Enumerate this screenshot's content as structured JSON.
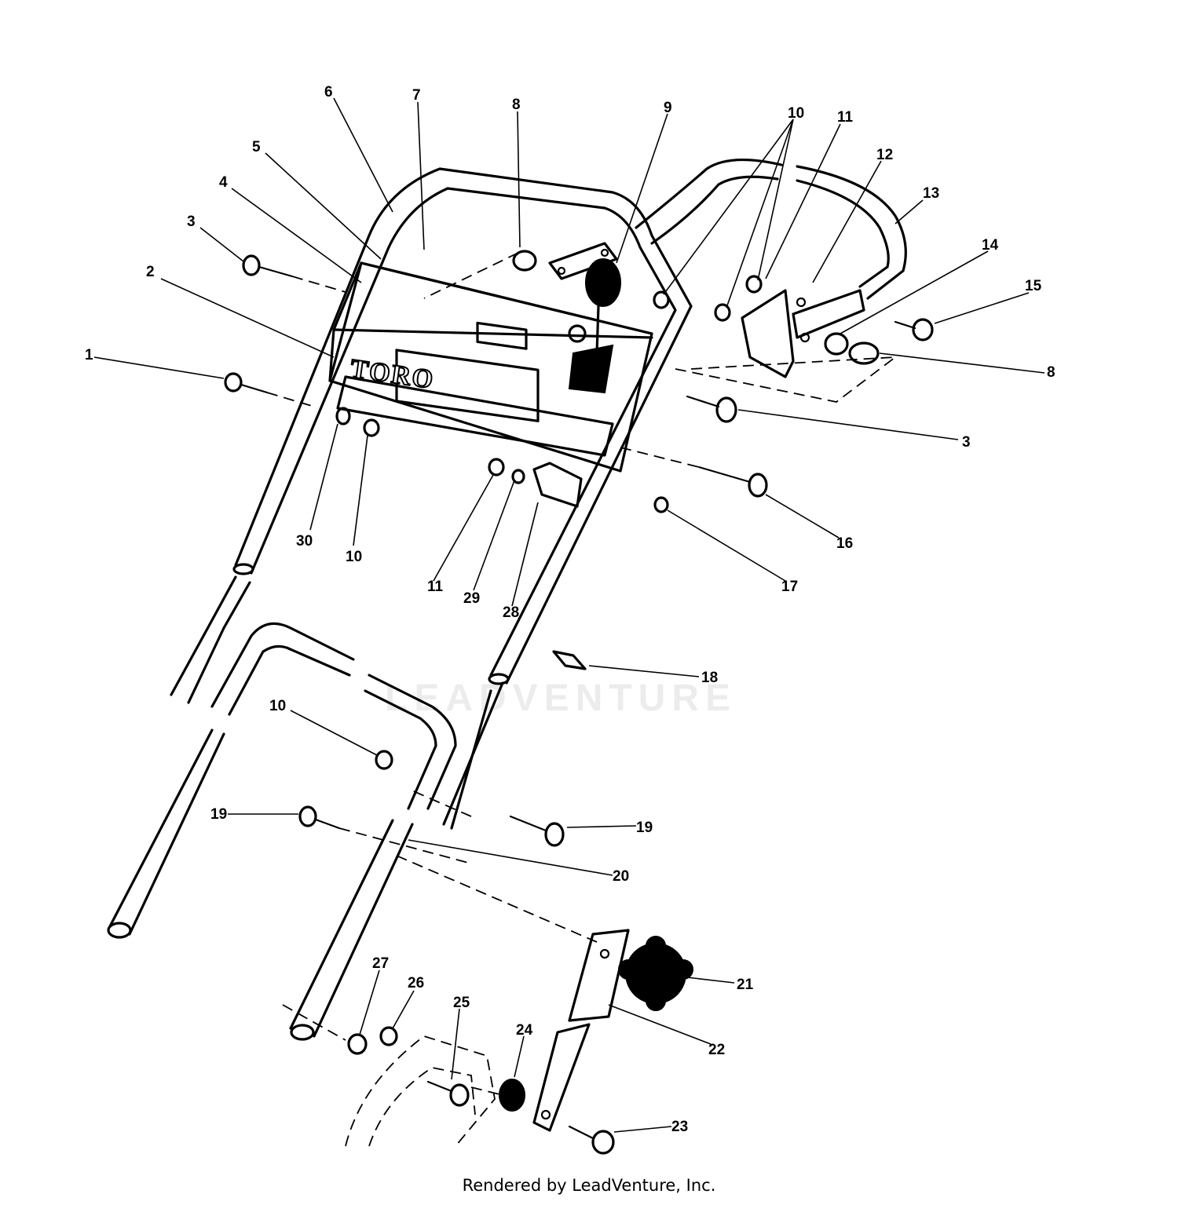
{
  "diagram": {
    "brand_text": "TORO",
    "watermark": "LEADVENTURE",
    "footer": "Rendered by LeadVenture, Inc.",
    "callouts": [
      {
        "key": "c1",
        "label": "1"
      },
      {
        "key": "c2",
        "label": "2"
      },
      {
        "key": "c3a",
        "label": "3"
      },
      {
        "key": "c3b",
        "label": "3"
      },
      {
        "key": "c4",
        "label": "4"
      },
      {
        "key": "c5",
        "label": "5"
      },
      {
        "key": "c6",
        "label": "6"
      },
      {
        "key": "c7",
        "label": "7"
      },
      {
        "key": "c8a",
        "label": "8"
      },
      {
        "key": "c8b",
        "label": "8"
      },
      {
        "key": "c9",
        "label": "9"
      },
      {
        "key": "c10a",
        "label": "10"
      },
      {
        "key": "c10b",
        "label": "10"
      },
      {
        "key": "c10c",
        "label": "10"
      },
      {
        "key": "c11a",
        "label": "11"
      },
      {
        "key": "c11b",
        "label": "11"
      },
      {
        "key": "c12",
        "label": "12"
      },
      {
        "key": "c13",
        "label": "13"
      },
      {
        "key": "c14",
        "label": "14"
      },
      {
        "key": "c15",
        "label": "15"
      },
      {
        "key": "c16",
        "label": "16"
      },
      {
        "key": "c17",
        "label": "17"
      },
      {
        "key": "c18",
        "label": "18"
      },
      {
        "key": "c19a",
        "label": "19"
      },
      {
        "key": "c19b",
        "label": "19"
      },
      {
        "key": "c20",
        "label": "20"
      },
      {
        "key": "c21",
        "label": "21"
      },
      {
        "key": "c22",
        "label": "22"
      },
      {
        "key": "c23",
        "label": "23"
      },
      {
        "key": "c24",
        "label": "24"
      },
      {
        "key": "c25",
        "label": "25"
      },
      {
        "key": "c26",
        "label": "26"
      },
      {
        "key": "c27",
        "label": "27"
      },
      {
        "key": "c28",
        "label": "28"
      },
      {
        "key": "c29",
        "label": "29"
      },
      {
        "key": "c30",
        "label": "30"
      }
    ]
  }
}
